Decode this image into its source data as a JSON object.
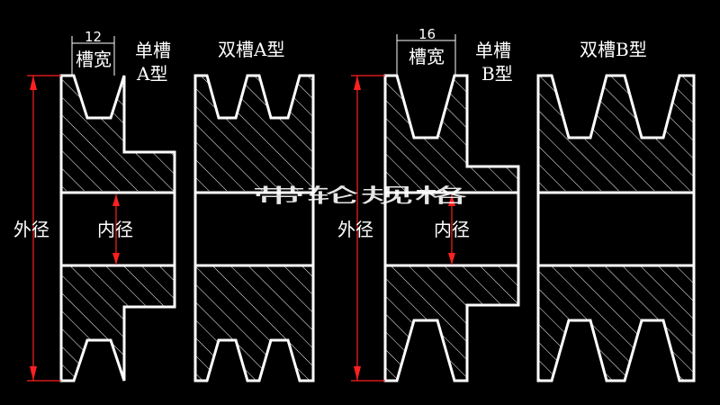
{
  "diagram": {
    "pulleys": [
      {
        "id": "single-a",
        "title_line1": "单槽",
        "title_line2": "A型",
        "groove_width_label": "槽宽",
        "groove_width_value": "12",
        "outer_label": "外径",
        "inner_label": "内径"
      },
      {
        "id": "double-a",
        "title": "双槽A型"
      },
      {
        "id": "single-b",
        "title_line1": "单槽",
        "title_line2": "B型",
        "groove_width_label": "槽宽",
        "groove_width_value": "16",
        "outer_label": "外径",
        "inner_label": "内径"
      },
      {
        "id": "double-b",
        "title": "双槽B型"
      }
    ],
    "watermark": "带轮规格",
    "colors": {
      "background": "#000000",
      "outline": "#ffffff",
      "hatch": "#ffffff",
      "dimension": "#ff2020"
    }
  }
}
